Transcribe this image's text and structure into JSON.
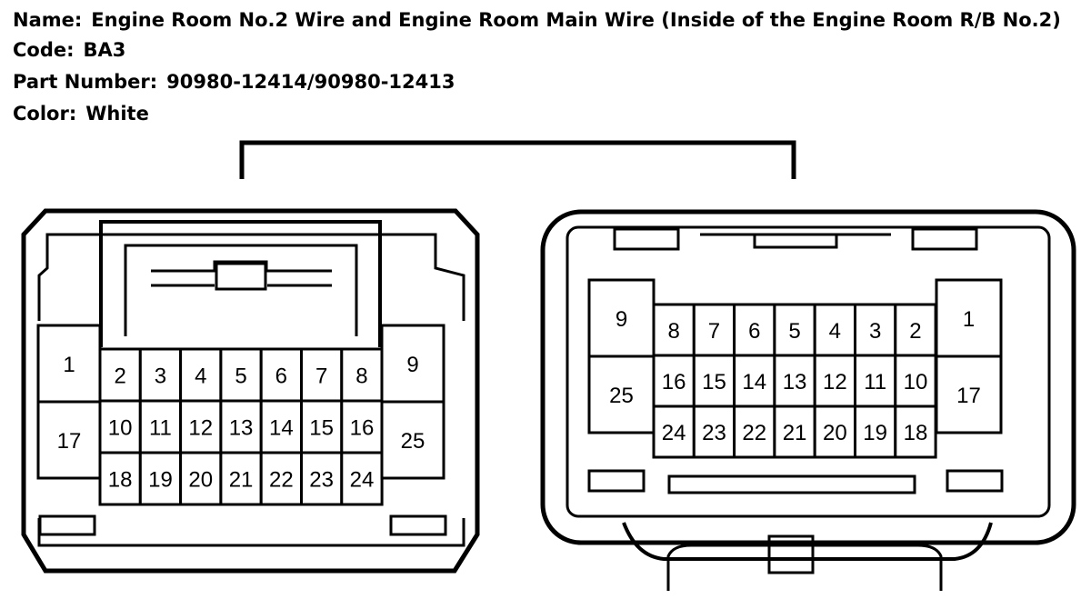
{
  "info": {
    "name_label": "Name:",
    "name_value": "Engine Room No.2 Wire and Engine Room Main Wire (Inside of the Engine Room R/B No.2)",
    "code_label": "Code:",
    "code_value": "BA3",
    "part_label": "Part Number:",
    "part_value": "90980-12414/90980-12413",
    "color_label": "Color:",
    "color_value": "White"
  },
  "connectors": {
    "left": {
      "side_top_left": "1",
      "side_bottom_left": "17",
      "side_top_right": "9",
      "side_bottom_right": "25",
      "row1": [
        "2",
        "3",
        "4",
        "5",
        "6",
        "7",
        "8"
      ],
      "row2": [
        "10",
        "11",
        "12",
        "13",
        "14",
        "15",
        "16"
      ],
      "row3": [
        "18",
        "19",
        "20",
        "21",
        "22",
        "23",
        "24"
      ]
    },
    "right": {
      "side_top_left": "9",
      "side_bottom_left": "25",
      "side_top_right": "1",
      "side_bottom_right": "17",
      "row1": [
        "8",
        "7",
        "6",
        "5",
        "4",
        "3",
        "2"
      ],
      "row2": [
        "16",
        "15",
        "14",
        "13",
        "12",
        "11",
        "10"
      ],
      "row3": [
        "24",
        "23",
        "22",
        "21",
        "20",
        "19",
        "18"
      ]
    }
  }
}
